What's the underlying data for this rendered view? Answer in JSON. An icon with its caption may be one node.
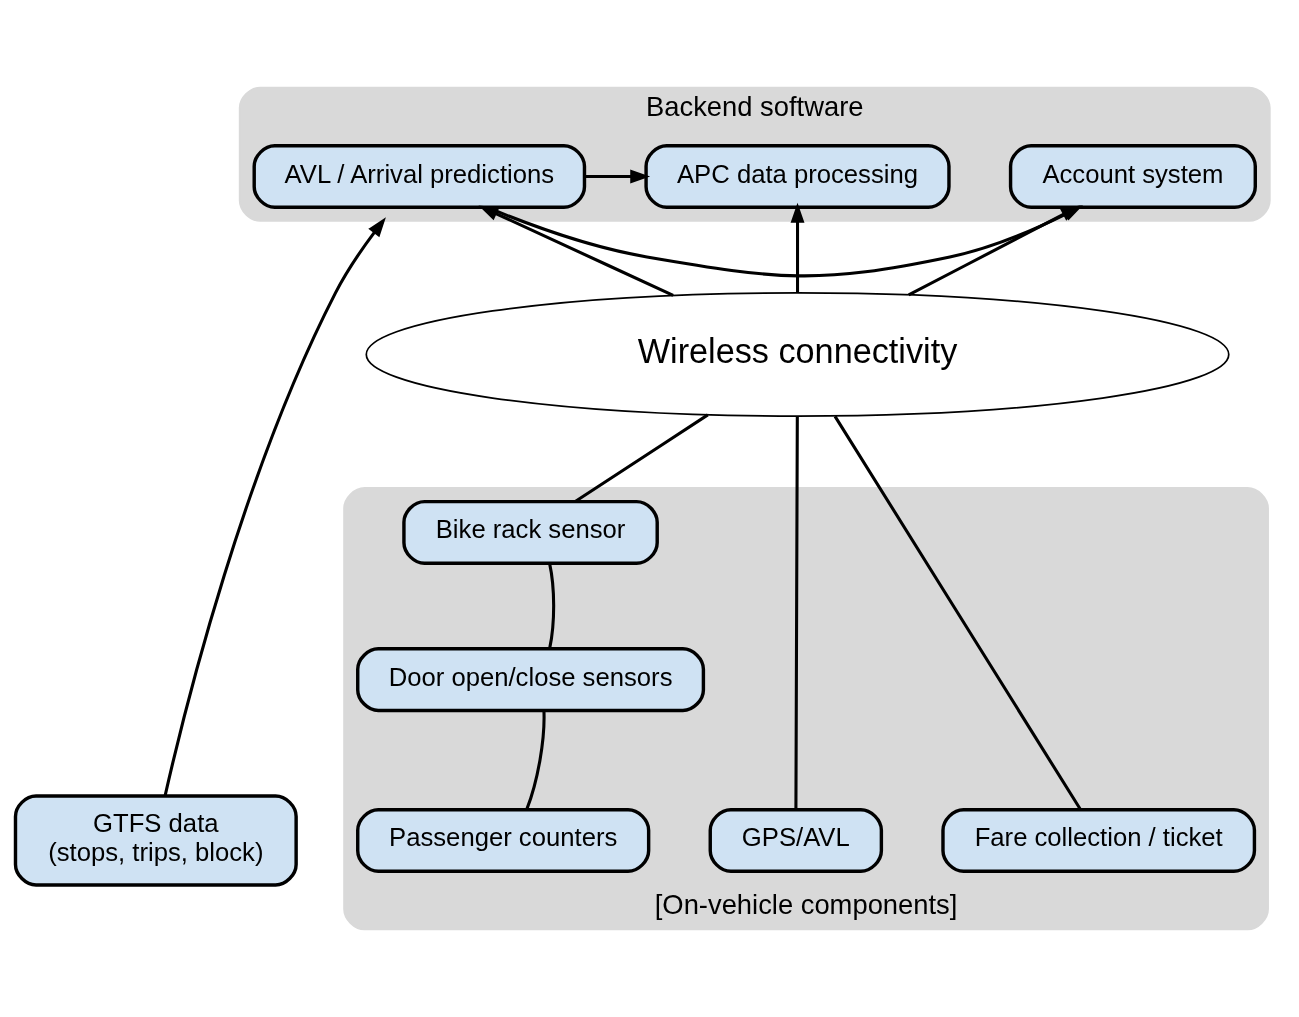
{
  "diagram": {
    "nodes": [
      {
        "text": [
          "Backend software"
        ]
      },
      {
        "text": [
          "AVL / Arrival predictions"
        ],
        "in": 0
      },
      {
        "text": [
          "Account system"
        ],
        "in": 0
      },
      {
        "text": [
          "APC data processing"
        ],
        "in": 0
      },
      {
        "text": [
          "GTFS data",
          "(stops, trips, block)"
        ]
      },
      {
        "text": [
          "Wireless connectivity"
        ]
      },
      {
        "text": [
          "[On-vehicle components]"
        ]
      },
      {
        "text": [
          "GPS/AVL"
        ],
        "in": 6
      },
      {
        "text": [
          "Fare collection / ticket"
        ],
        "in": 6
      },
      {
        "text": [
          "Bike rack sensor"
        ],
        "in": 6
      },
      {
        "text": [
          "Door open/close sensors"
        ],
        "in": 6
      },
      {
        "text": [
          "Passenger counters"
        ],
        "in": 6
      }
    ],
    "edges": [
      {
        "from": 4,
        "to": 0,
        "arrow": "to"
      },
      {
        "from": 1,
        "to": 2,
        "arrow": "to"
      },
      {
        "from": 1,
        "to": 3,
        "arrow": "to"
      },
      {
        "from": 5,
        "to": 1,
        "arrow": "to"
      },
      {
        "from": 5,
        "to": 2,
        "arrow": "to"
      },
      {
        "from": 5,
        "to": 3,
        "arrow": "to"
      },
      {
        "from": 7,
        "to": 5,
        "arrow": "none"
      },
      {
        "from": 8,
        "to": 5,
        "arrow": "none"
      },
      {
        "from": 9,
        "to": 5,
        "arrow": "none"
      },
      {
        "from": 9,
        "to": 10,
        "arrow": "none"
      },
      {
        "from": 10,
        "to": 11,
        "arrow": "none"
      }
    ]
  }
}
